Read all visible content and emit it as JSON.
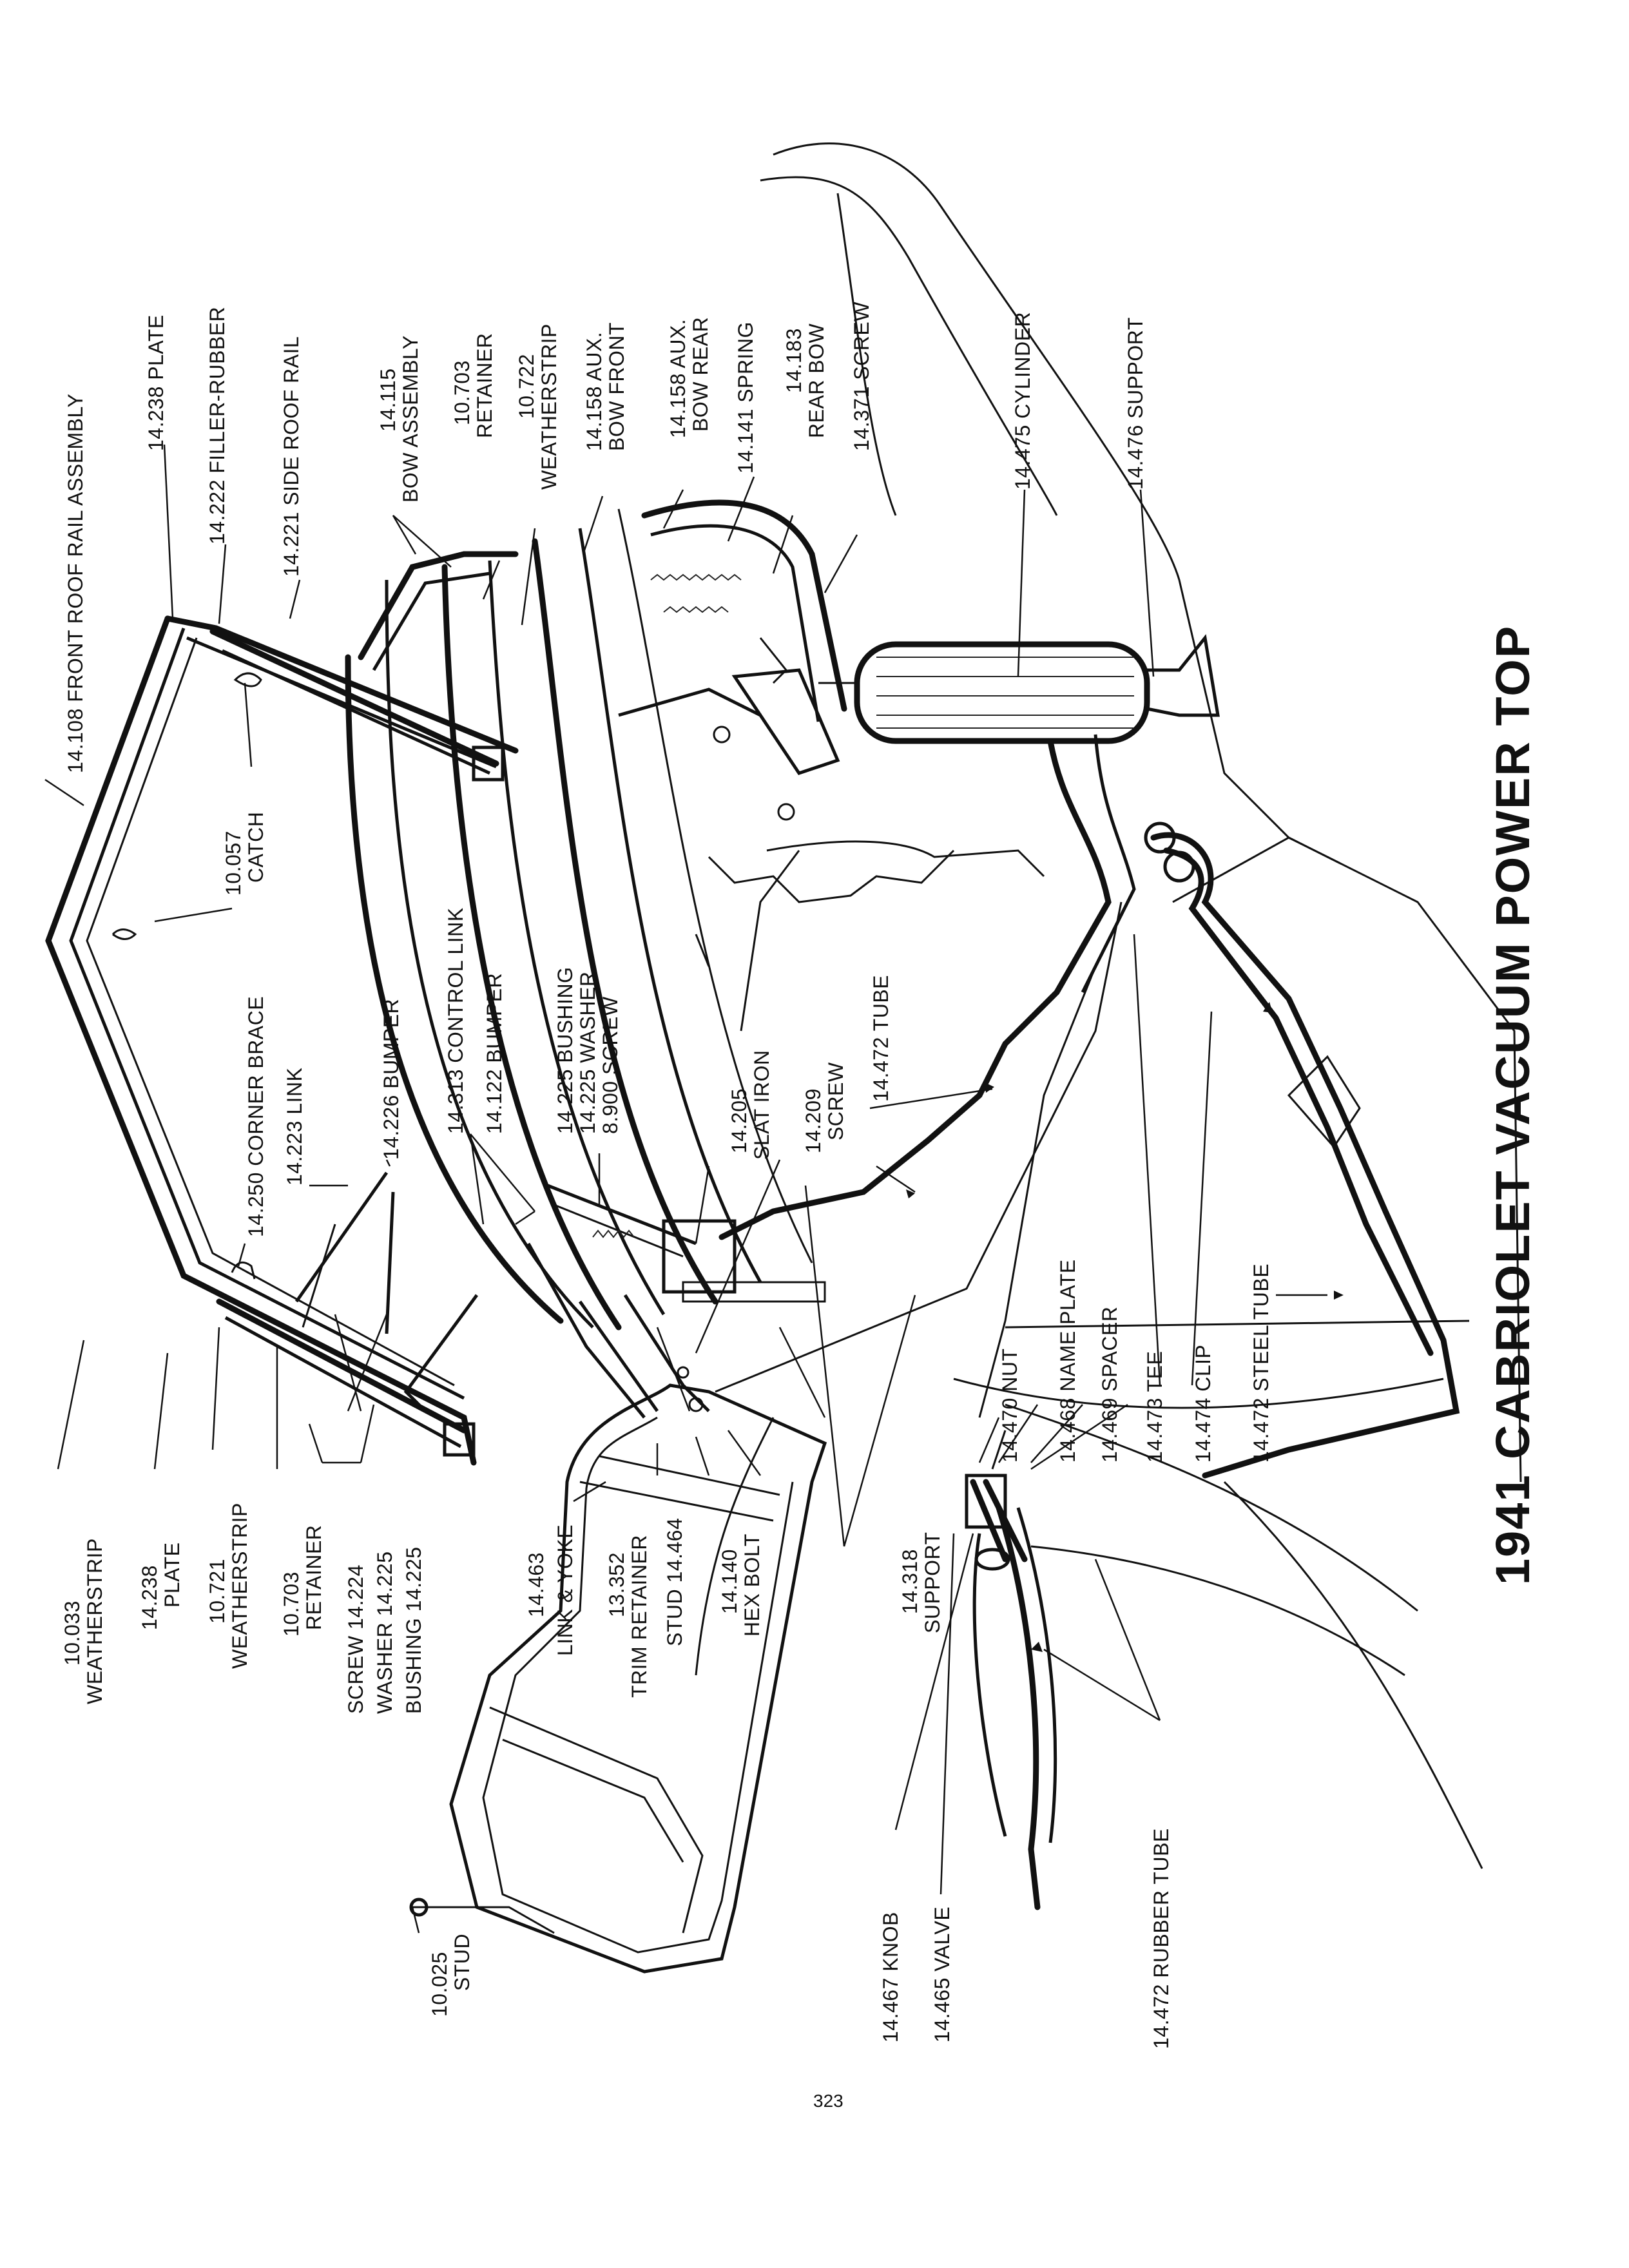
{
  "title": "1941 CABRIOLET VACUUM POWER TOP",
  "page_number": "323",
  "labels": {
    "front_roof_rail": "14.108 FRONT ROOF RAIL ASSEMBLY",
    "plate_top": "14.238 PLATE",
    "filler_rubber": "14.222 FILLER-RUBBER",
    "side_roof_rail": "14.221 SIDE ROOF RAIL",
    "bow_assembly_num": "14.115",
    "bow_assembly": "BOW ASSEMBLY",
    "retainer_top_num": "10.703",
    "retainer_top": "RETAINER",
    "weatherstrip_top_num": "10.722",
    "weatherstrip_top": "WEATHERSTRIP",
    "aux_bow_front_1": "14.158 AUX.",
    "aux_bow_front_2": "BOW FRONT",
    "aux_bow_rear_1": "14.158 AUX.",
    "aux_bow_rear_2": "BOW REAR",
    "spring": "14.141 SPRING",
    "rear_bow_num": "14.183",
    "rear_bow": "REAR BOW",
    "screw_top": "14.371 SCREW",
    "cylinder": "14.475 CYLINDER",
    "support_top": "14.476 SUPPORT",
    "catch_num": "10.057",
    "catch": "CATCH",
    "corner_brace": "14.250 CORNER BRACE",
    "link": "14.223 LINK",
    "bumper_226": "14.226 BUMPER",
    "control_link": "14.313 CONTROL LINK",
    "bumper_122": "14.122 BUMPER",
    "bushing": "14.225 BUSHING",
    "washer": "14.225 WASHER",
    "screw_8900": "8.900 SCREW",
    "slat_iron_num": "14.205",
    "slat_iron": "SLAT IRON",
    "screw_209_num": "14.209",
    "screw_209": "SCREW",
    "tube": "14.472 TUBE",
    "weatherstrip_bot_num": "10.033",
    "weatherstrip_bot": "WEATHERSTRIP",
    "plate_bot_num": "14.238",
    "plate_bot": "PLATE",
    "weatherstrip_721_num": "10.721",
    "weatherstrip_721": "WEATHERSTRIP",
    "retainer_bot_num": "10.703",
    "retainer_bot": "RETAINER",
    "screw_224": "SCREW 14.224",
    "washer_225": "WASHER 14.225",
    "bushing_225": "BUSHING 14.225",
    "link_yoke_num": "14.463",
    "link_yoke": "LINK & YOKE",
    "trim_retainer_num": "13.352",
    "trim_retainer": "TRIM RETAINER",
    "stud_464": "STUD 14.464",
    "hex_bolt_num": "14.140",
    "hex_bolt": "HEX BOLT",
    "support_318_num": "14.318",
    "support_318": "SUPPORT",
    "nut": "14.470 NUT",
    "name_plate": "14.468 NAME PLATE",
    "spacer": "14.469 SPACER",
    "tee": "14.473 TEE",
    "clip": "14.474 CLIP",
    "steel_tube": "14.472 STEEL TUBE",
    "stud_025_num": "10.025",
    "stud_025": "STUD",
    "knob": "14.467 KNOB",
    "valve": "14.465 VALVE",
    "rubber_tube": "14.472 RUBBER TUBE"
  }
}
